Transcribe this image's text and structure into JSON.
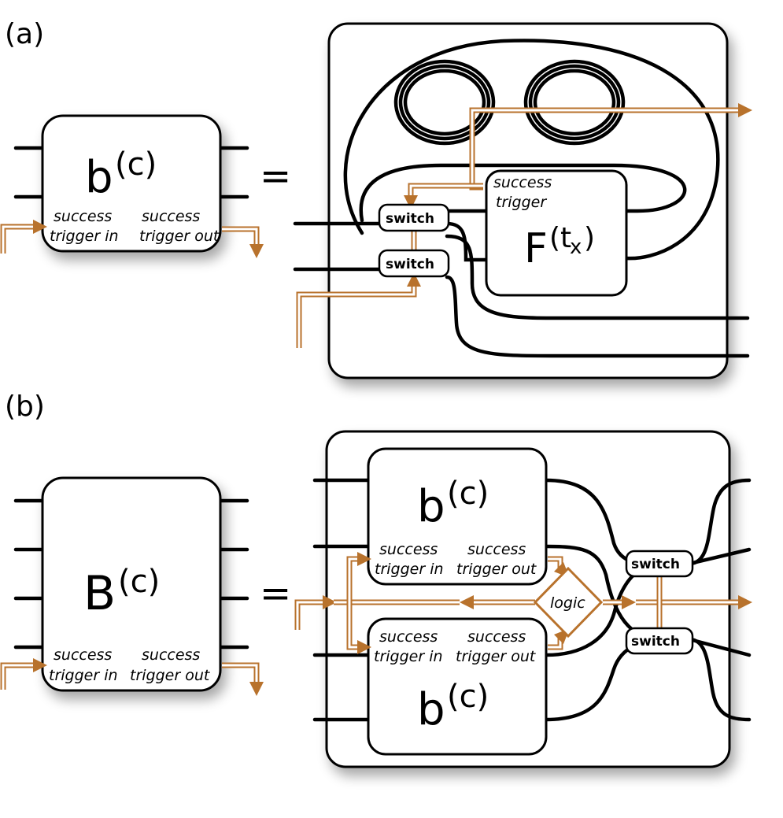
{
  "panel_a": {
    "label": "(a)",
    "equals": "=",
    "block": {
      "symbol": "b",
      "superscript": "(c)",
      "trigger_in": [
        "success",
        "trigger in"
      ],
      "trigger_out": [
        "success",
        "trigger out"
      ]
    },
    "inner": {
      "symbol": "F",
      "superscript_base": "(t",
      "superscript_sub": "x",
      "superscript_close": ")",
      "trigger": [
        "success",
        "trigger"
      ]
    },
    "switches": [
      "switch",
      "switch"
    ]
  },
  "panel_b": {
    "label": "(b)",
    "equals": "=",
    "block": {
      "symbol": "B",
      "superscript": "(c)",
      "trigger_in": [
        "success",
        "trigger in"
      ],
      "trigger_out": [
        "success",
        "trigger out"
      ]
    },
    "sub_block_top": {
      "symbol": "b",
      "superscript": "(c)",
      "trigger_in": [
        "success",
        "trigger in"
      ],
      "trigger_out": [
        "success",
        "trigger out"
      ]
    },
    "sub_block_bottom": {
      "symbol": "b",
      "superscript": "(c)",
      "trigger_in": [
        "success",
        "trigger in"
      ],
      "trigger_out": [
        "success",
        "trigger out"
      ]
    },
    "logic": "logic",
    "switches": [
      "switch",
      "switch"
    ]
  },
  "colors": {
    "trigger": "#b8722c",
    "wire": "#000000",
    "shadow": "#c8c8c8"
  }
}
